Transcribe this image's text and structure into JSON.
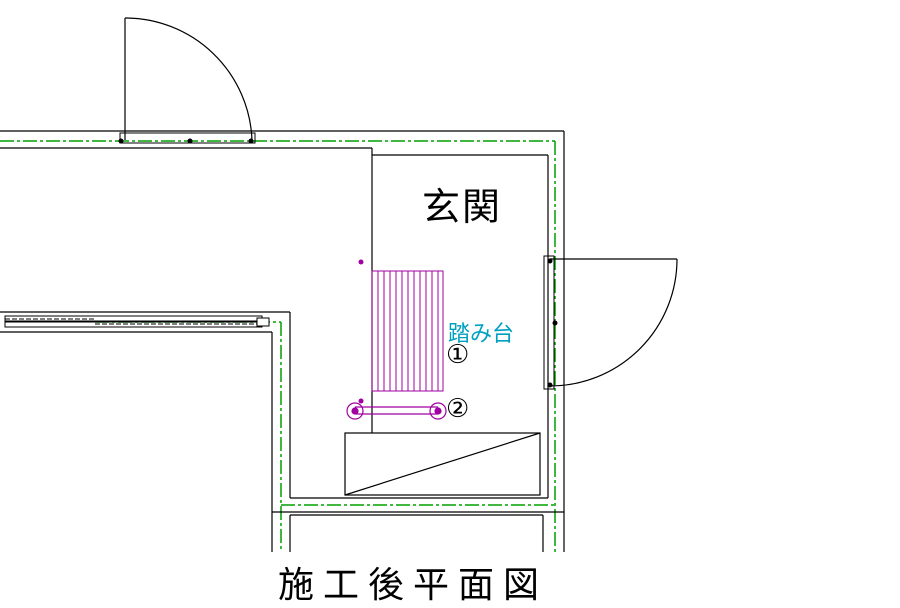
{
  "plan": {
    "room_name": "玄関",
    "step_stool_label": "踏み台",
    "markers": [
      "①",
      "②"
    ],
    "caption": "施工後平面図"
  },
  "colors": {
    "wall_line": "#000000",
    "center_line": "#00a000",
    "fixture": "#a000a0",
    "label_accent": "#00a0c0"
  }
}
